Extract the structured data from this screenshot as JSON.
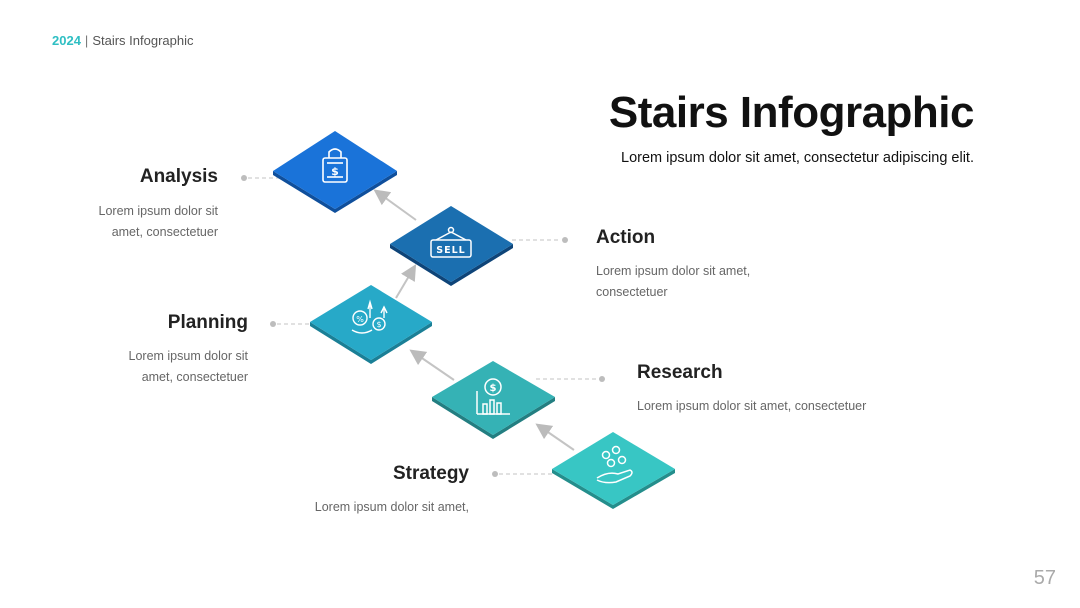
{
  "header": {
    "year": "2024",
    "separator": "|",
    "label": "Stairs Infographic"
  },
  "title": "Stairs Infographic",
  "subtitle": "Lorem ipsum dolor sit amet, consectetur adipiscing elit.",
  "steps": [
    {
      "title": "Analysis",
      "desc_line1": "Lorem ipsum dolor sit",
      "desc_line2": "amet, consectetuer",
      "icon": "shopping-bag-icon",
      "color": "#1a73d9"
    },
    {
      "title": "Action",
      "desc_line1": "Lorem ipsum dolor sit amet,",
      "desc_line2": "consectetuer",
      "icon": "sell-sign-icon",
      "icon_text": "SELL",
      "color": "#1b6fb0"
    },
    {
      "title": "Planning",
      "desc_line1": "Lorem ipsum dolor sit",
      "desc_line2": "amet, consectetuer",
      "icon": "money-growth-icon",
      "color": "#27a9c8"
    },
    {
      "title": "Research",
      "desc_line1": "Lorem ipsum dolor sit amet, consectetuer",
      "icon": "dollar-chart-icon",
      "color": "#35b2b5"
    },
    {
      "title": "Strategy",
      "desc_line1": "Lorem ipsum dolor sit amet,",
      "icon": "hand-coins-icon",
      "color": "#38c6c4"
    }
  ],
  "page_number": "57"
}
